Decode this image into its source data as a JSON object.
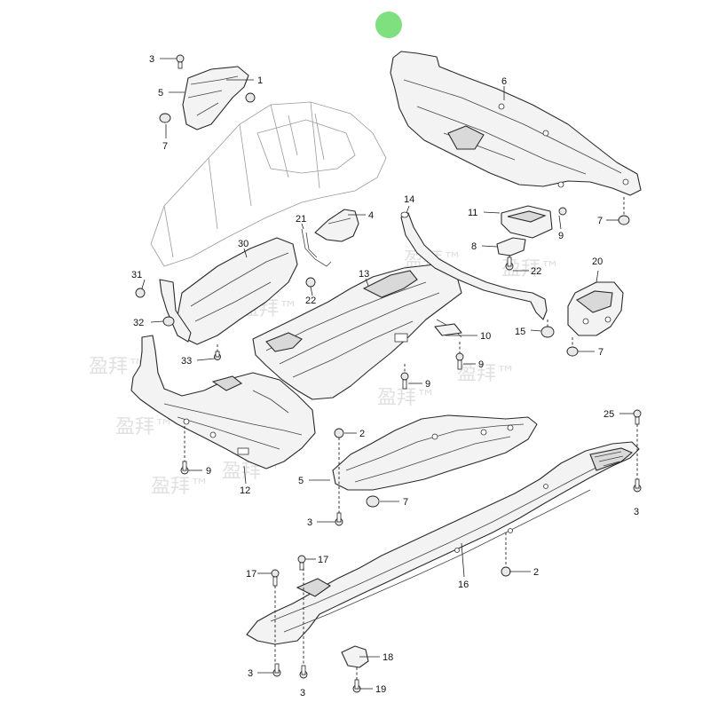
{
  "status_indicator_color": "#7ee07e",
  "watermark_text": "盈拜™",
  "callouts": {
    "c1": "1",
    "c2a": "2",
    "c2b": "2",
    "c3a": "3",
    "c3b": "3",
    "c3c": "3",
    "c3d": "3",
    "c3e": "3",
    "c4": "4",
    "c5a": "5",
    "c5b": "5",
    "c6": "6",
    "c7a": "7",
    "c7b": "7",
    "c7c": "7",
    "c7d": "7",
    "c8": "8",
    "c9a": "9",
    "c9b": "9",
    "c9c": "9",
    "c9d": "9",
    "c10": "10",
    "c11": "11",
    "c12": "12",
    "c13": "13",
    "c14": "14",
    "c15": "15",
    "c16": "16",
    "c17a": "17",
    "c17b": "17",
    "c18": "18",
    "c19": "19",
    "c20": "20",
    "c21": "21",
    "c22a": "22",
    "c22b": "22",
    "c25": "25",
    "c30": "30",
    "c31": "31",
    "c32": "32",
    "c33": "33"
  }
}
